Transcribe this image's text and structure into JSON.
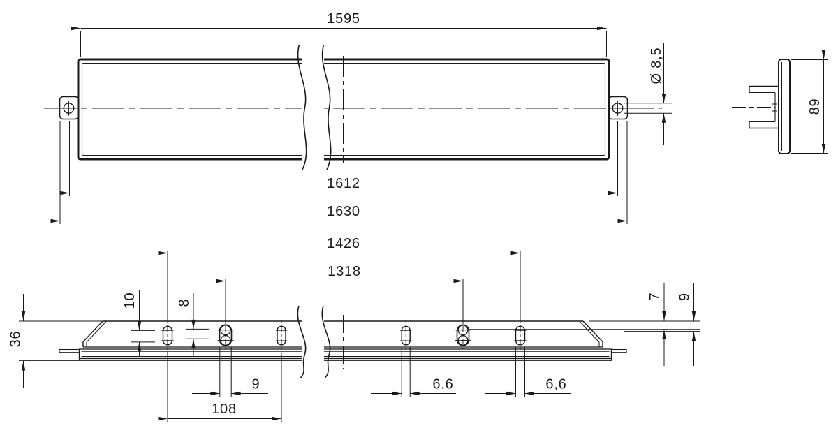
{
  "drawing": {
    "type": "technical-dimension-drawing",
    "units_style": "metric-comma-decimal",
    "dims": {
      "top": {
        "inner_length": "1595",
        "flange_length": "1612",
        "overall_length": "1630",
        "hole_dia": "Ø 8,5"
      },
      "end": {
        "height": "89"
      },
      "profile": {
        "outer_slot_span": "1426",
        "inner_slot_span": "1318",
        "slot_offset_top": "10",
        "slot_offset_alt": "8",
        "profile_height": "36",
        "center_slot_width": "9",
        "slot_pitch": "108",
        "slot_width_left": "6,6",
        "slot_width_right": "6,6",
        "edge_offset_left": "7",
        "edge_offset_right": "9"
      }
    }
  }
}
